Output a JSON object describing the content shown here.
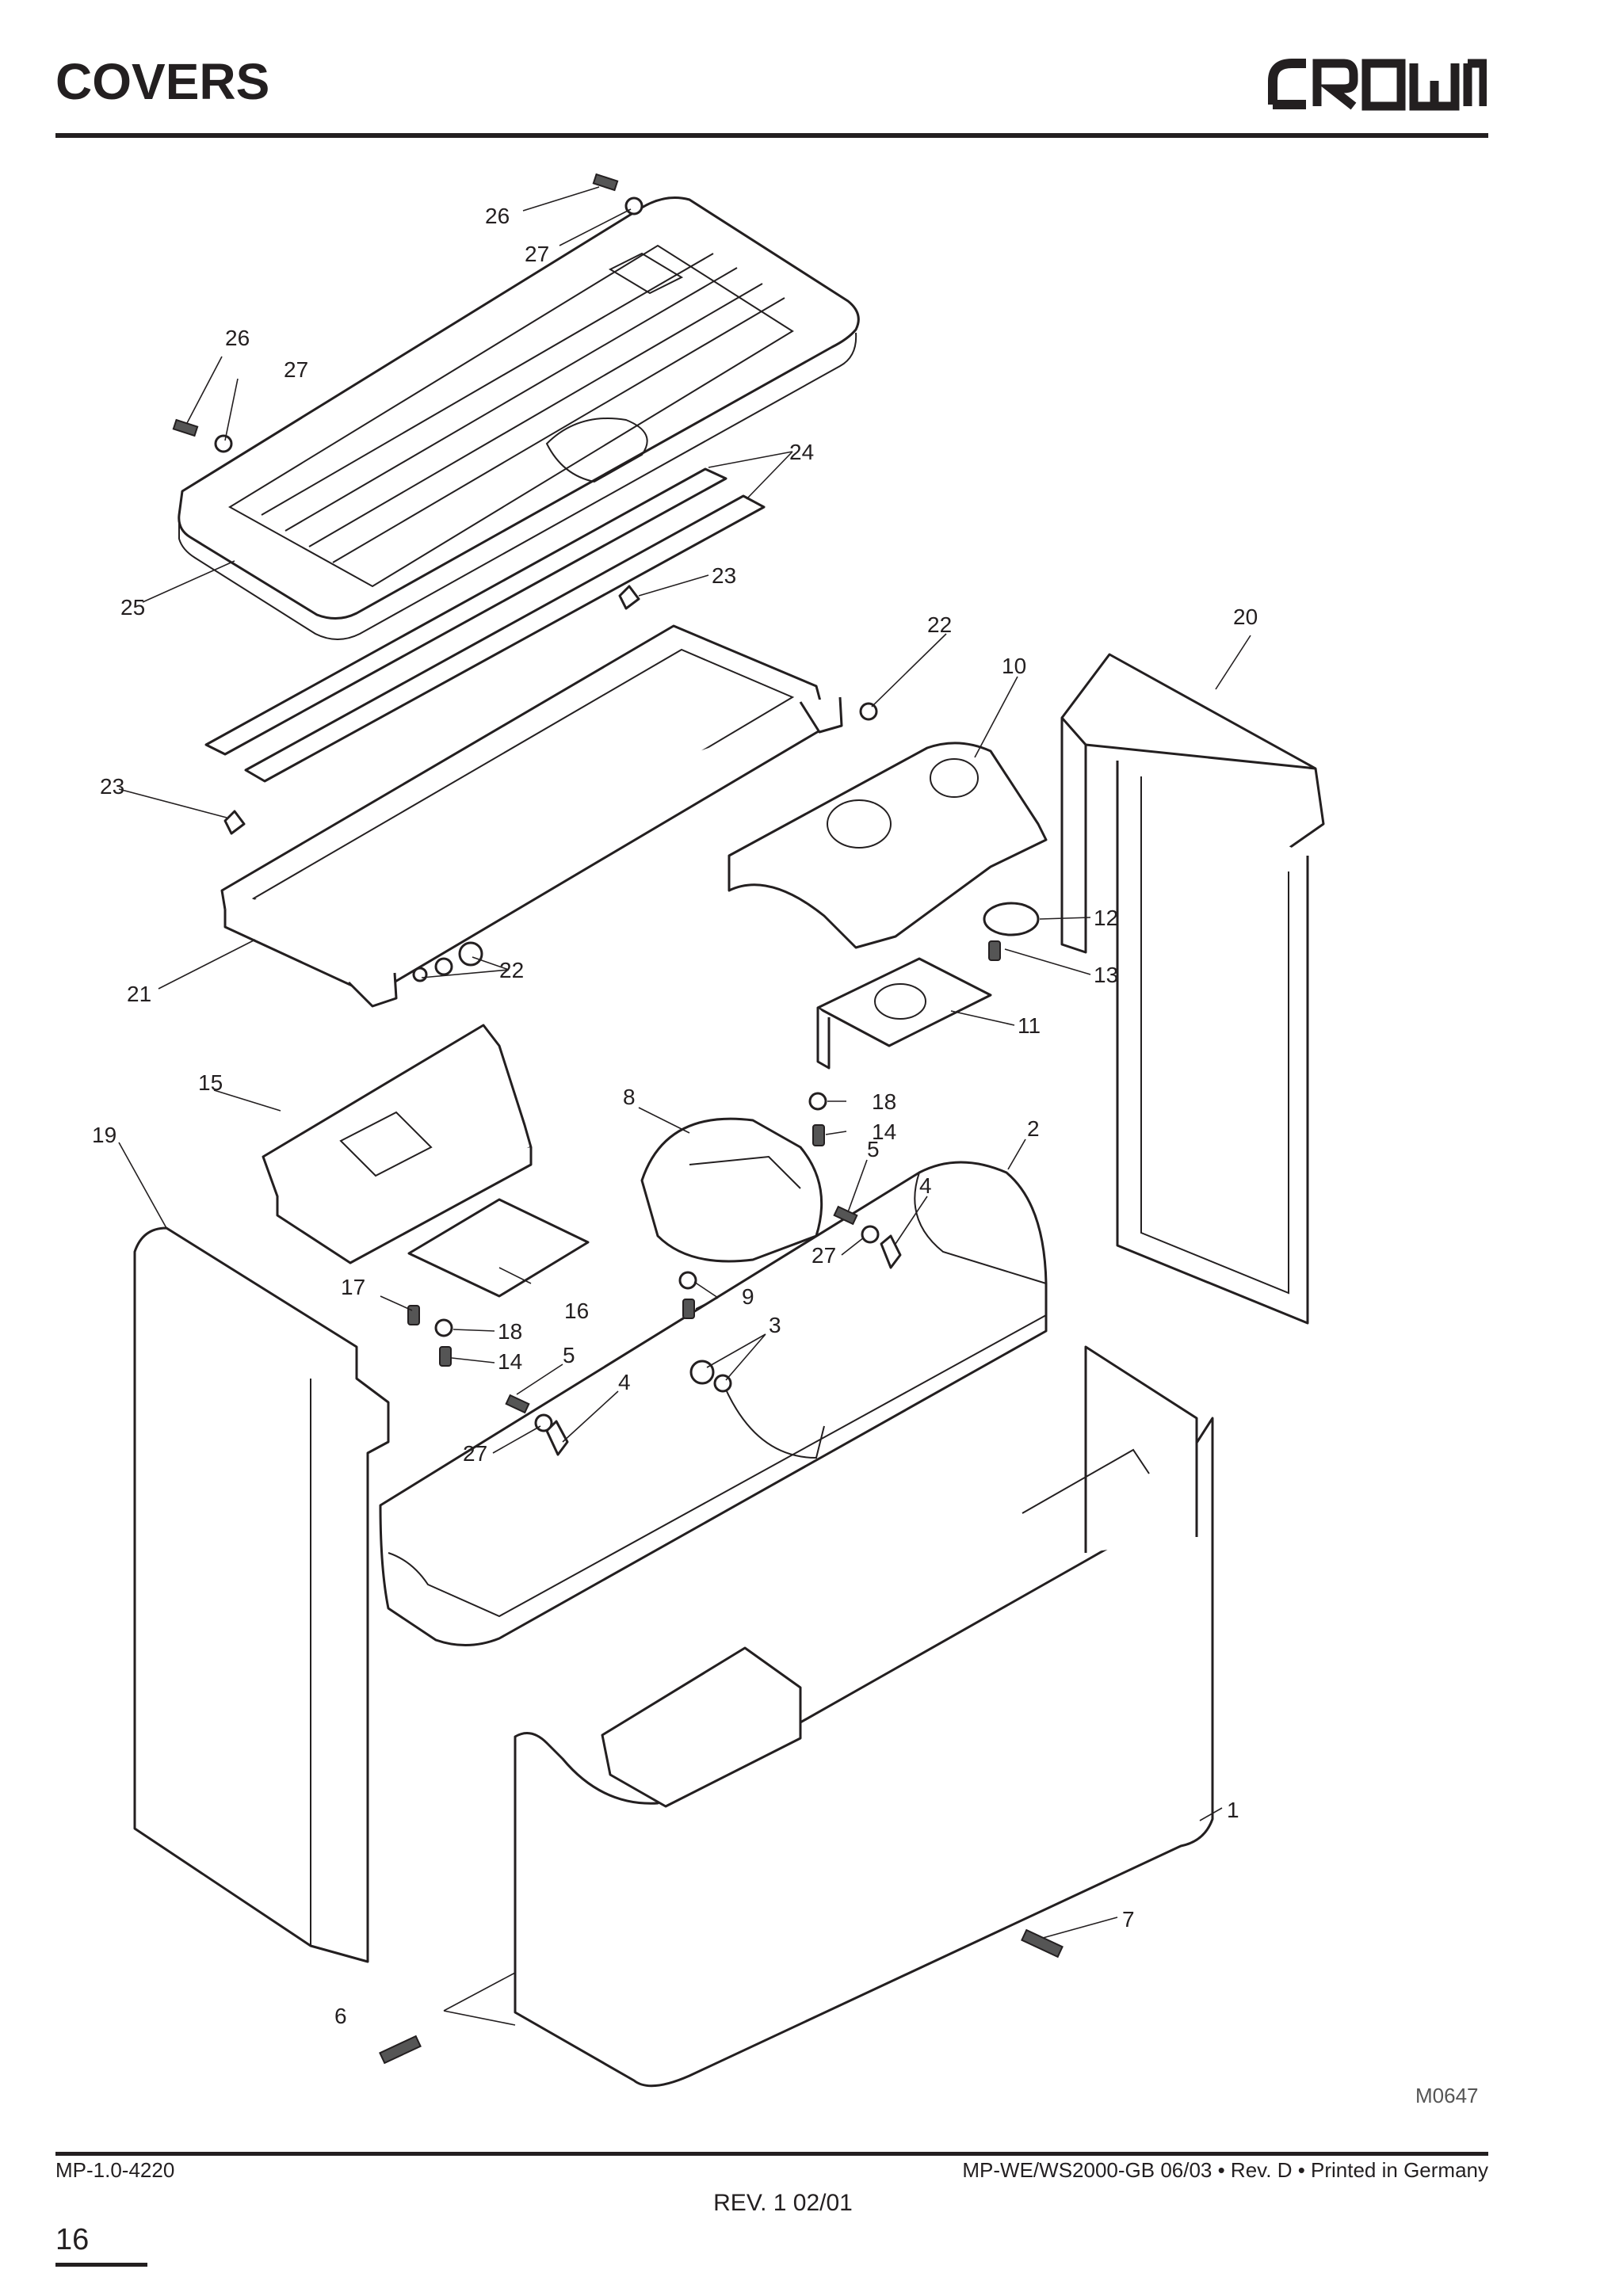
{
  "header": {
    "title": "COVERS",
    "logo_text": "CROWN"
  },
  "diagram": {
    "figure_code": "M0647",
    "callouts": [
      {
        "id": "c26a",
        "text": "26"
      },
      {
        "id": "c27a",
        "text": "27"
      },
      {
        "id": "c26b",
        "text": "26"
      },
      {
        "id": "c27b",
        "text": "27"
      },
      {
        "id": "c24",
        "text": "24"
      },
      {
        "id": "c25",
        "text": "25"
      },
      {
        "id": "c23a",
        "text": "23"
      },
      {
        "id": "c22a",
        "text": "22"
      },
      {
        "id": "c20",
        "text": "20"
      },
      {
        "id": "c10",
        "text": "10"
      },
      {
        "id": "c23b",
        "text": "23"
      },
      {
        "id": "c12",
        "text": "12"
      },
      {
        "id": "c13",
        "text": "13"
      },
      {
        "id": "c22b",
        "text": "22"
      },
      {
        "id": "c21",
        "text": "21"
      },
      {
        "id": "c11",
        "text": "11"
      },
      {
        "id": "c15",
        "text": "15"
      },
      {
        "id": "c18a",
        "text": "18"
      },
      {
        "id": "c8",
        "text": "8"
      },
      {
        "id": "c14a",
        "text": "14"
      },
      {
        "id": "c2",
        "text": "2"
      },
      {
        "id": "c19",
        "text": "19"
      },
      {
        "id": "c5a",
        "text": "5"
      },
      {
        "id": "c4a",
        "text": "4"
      },
      {
        "id": "c27c",
        "text": "27"
      },
      {
        "id": "c9",
        "text": "9"
      },
      {
        "id": "c17",
        "text": "17"
      },
      {
        "id": "c16",
        "text": "16"
      },
      {
        "id": "c18b",
        "text": "18"
      },
      {
        "id": "c3",
        "text": "3"
      },
      {
        "id": "c14b",
        "text": "14"
      },
      {
        "id": "c5b",
        "text": "5"
      },
      {
        "id": "c4b",
        "text": "4"
      },
      {
        "id": "c27d",
        "text": "27"
      },
      {
        "id": "c1",
        "text": "1"
      },
      {
        "id": "c7",
        "text": "7"
      },
      {
        "id": "c6",
        "text": "6"
      }
    ]
  },
  "footer": {
    "left": "MP-1.0-4220",
    "right": "MP-WE/WS2000-GB 06/03 • Rev. D • Printed in Germany",
    "center": "REV. 1 02/01",
    "page_number": "16"
  }
}
